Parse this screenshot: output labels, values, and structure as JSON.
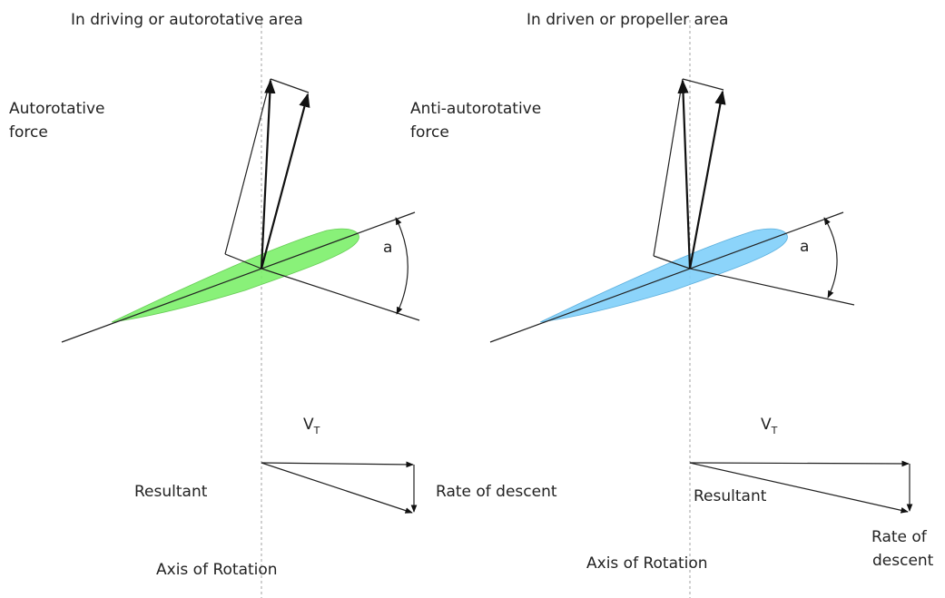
{
  "left_panel": {
    "title": "In driving or autorotative area",
    "force_label_line1": "Autorotative",
    "force_label_line2": "force",
    "angle_label": "a",
    "velocity_label": "V",
    "velocity_subscript": "T",
    "resultant_label": "Resultant",
    "descent_label_line1": "Rate of descent",
    "axis_label": "Axis of Rotation",
    "airfoil_color": "#7CF06A"
  },
  "right_panel": {
    "title": "In driven or propeller area",
    "force_label_line1": "Anti-autorotative",
    "force_label_line2": "force",
    "angle_label": "a",
    "velocity_label": "V",
    "velocity_subscript": "T",
    "resultant_label": "Resultant",
    "descent_label_line1": "Rate of",
    "descent_label_line2": "descent",
    "axis_label": "Axis of Rotation",
    "airfoil_color": "#80CFFA"
  }
}
